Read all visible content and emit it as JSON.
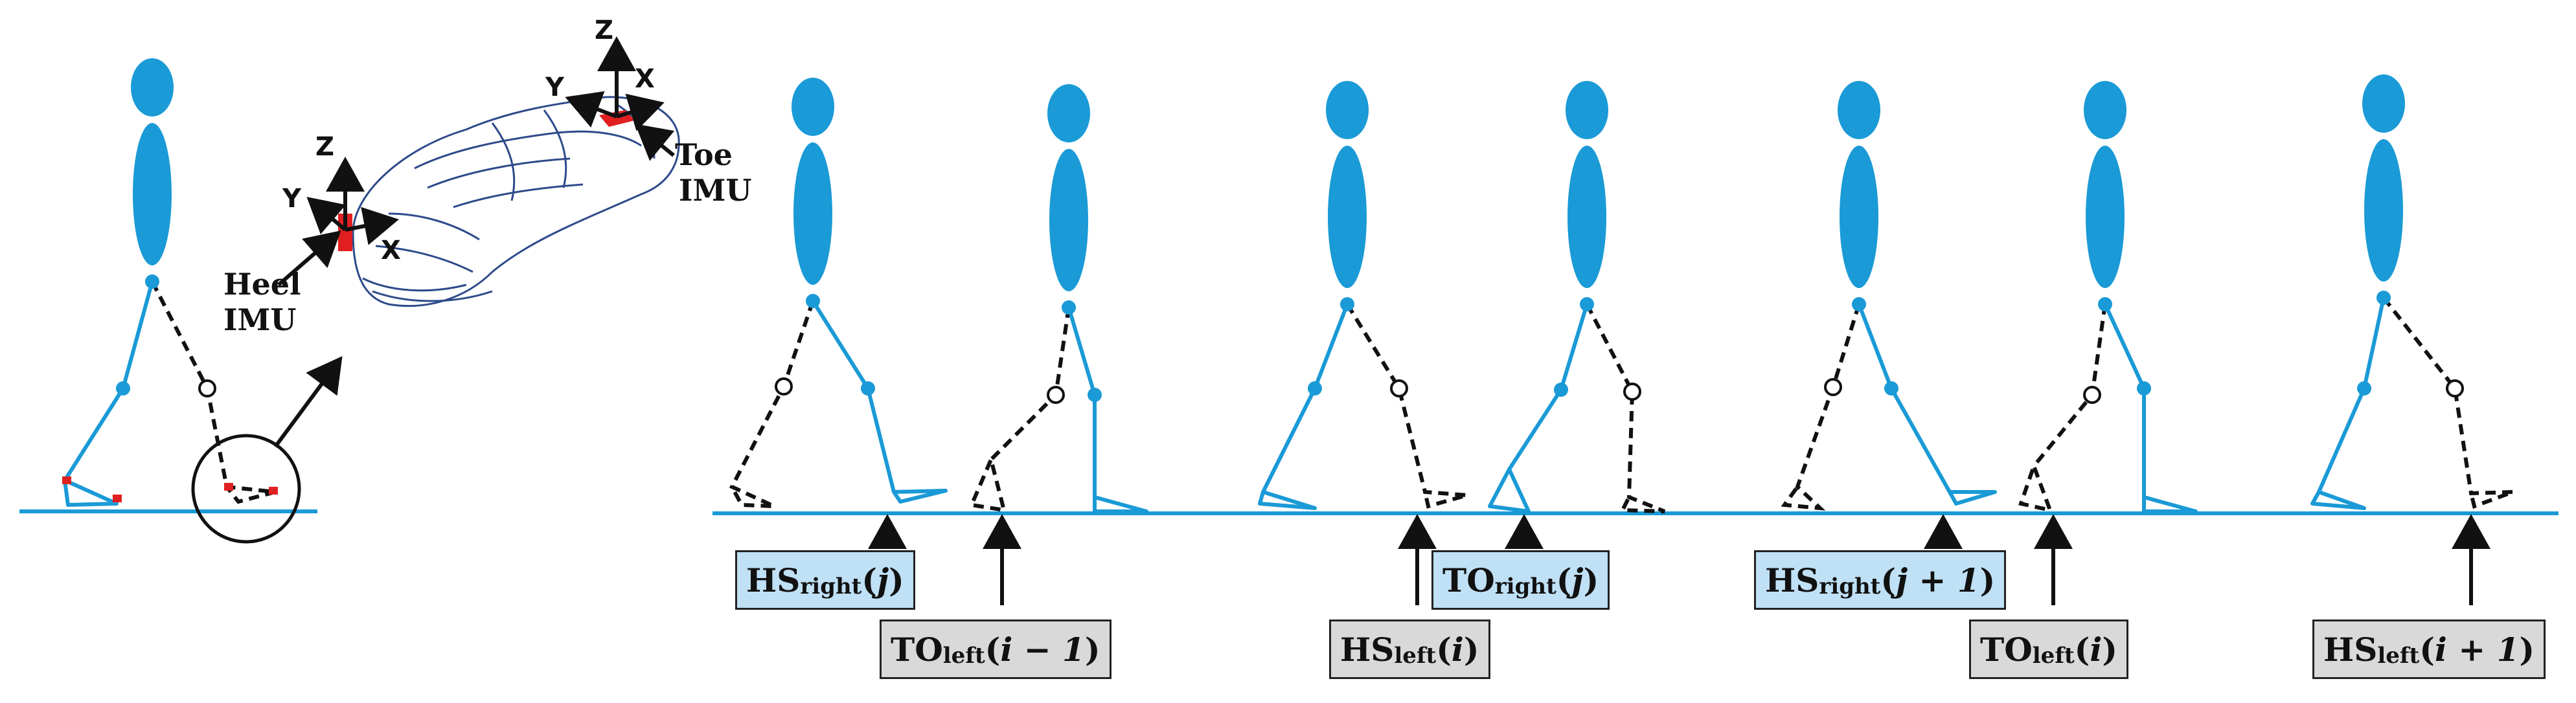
{
  "colors": {
    "body": "#1a9ad6",
    "ground": "#1a9ad6",
    "sensor": "#e02020",
    "right_box": "#bfe0f5",
    "left_box": "#d9d9d9"
  },
  "inset": {
    "axis_labels": [
      "Z",
      "Y",
      "X"
    ],
    "heel_label": [
      "Heel",
      "IMU"
    ],
    "toe_label": [
      "Toe",
      "IMU"
    ]
  },
  "events": [
    {
      "main": "HS",
      "sub": "right",
      "arg": "j",
      "foot": "right"
    },
    {
      "main": "TO",
      "sub": "left",
      "arg": "i − 1",
      "foot": "left"
    },
    {
      "main": "HS",
      "sub": "left",
      "arg": "i",
      "foot": "left"
    },
    {
      "main": "TO",
      "sub": "right",
      "arg": "j",
      "foot": "right"
    },
    {
      "main": "HS",
      "sub": "right",
      "arg": "j + 1",
      "foot": "right"
    },
    {
      "main": "TO",
      "sub": "left",
      "arg": "i",
      "foot": "left"
    },
    {
      "main": "HS",
      "sub": "left",
      "arg": "i + 1",
      "foot": "left"
    }
  ]
}
